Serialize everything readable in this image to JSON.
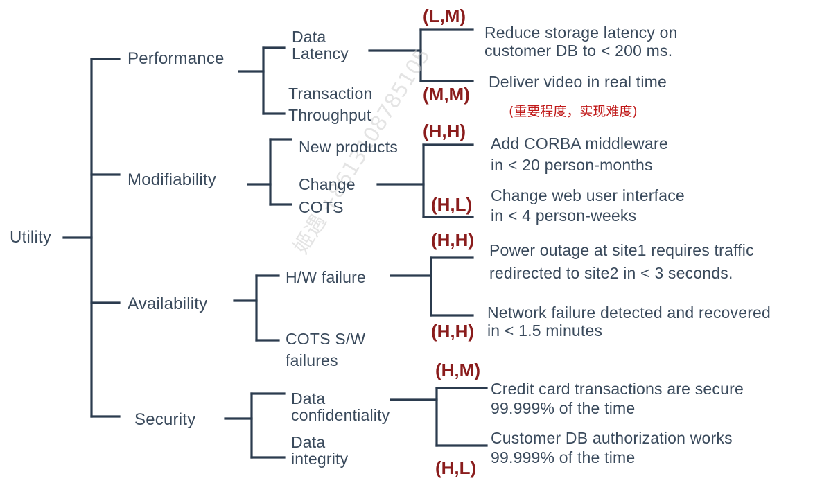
{
  "root": "Utility",
  "branches": {
    "performance": {
      "label": "Performance",
      "data_latency": {
        "line1": "Data",
        "line2": "Latency"
      },
      "transaction_throughput": {
        "line1": "Transaction",
        "line2": "Throughput"
      },
      "scenarios": [
        {
          "rating": "(L,M)",
          "line1": "Reduce storage latency on",
          "line2": "customer DB to < 200 ms."
        },
        {
          "rating": "(M,M)",
          "line1": "Deliver video in real time"
        }
      ],
      "note": "(重要程度，实现难度)"
    },
    "modifiability": {
      "label": "Modifiability",
      "new_products": "New products",
      "change_cots": {
        "line1": "Change",
        "line2": "COTS"
      },
      "scenarios": [
        {
          "rating": "(H,H)",
          "line1": "Add CORBA middleware",
          "line2": "in < 20 person-months"
        },
        {
          "rating": "(H,L)",
          "line1": "Change web user interface",
          "line2": "in < 4 person-weeks"
        }
      ]
    },
    "availability": {
      "label": "Availability",
      "hw_failure": "H/W failure",
      "cots_sw_failures": {
        "line1": "COTS S/W",
        "line2": "failures"
      },
      "scenarios": [
        {
          "rating": "(H,H)",
          "line1": "Power outage at site1 requires traffic",
          "line2": "redirected to site2 in < 3 seconds."
        },
        {
          "rating": "(H,H)",
          "line1": "Network failure detected and recovered",
          "line2": "in < 1.5 minutes"
        }
      ]
    },
    "security": {
      "label": "Security",
      "data_confidentiality": {
        "line1": "Data",
        "line2": "confidentiality"
      },
      "data_integrity": {
        "line1": "Data",
        "line2": "integrity"
      },
      "scenarios": [
        {
          "rating": "(H,M)",
          "line1": "Credit card transactions are secure",
          "line2": "99.999% of the time"
        },
        {
          "rating": "(H,L)",
          "line1": "Customer DB authorization works",
          "line2": "99.999% of the time"
        }
      ]
    }
  },
  "watermark": "姬遇 +8613108785105"
}
